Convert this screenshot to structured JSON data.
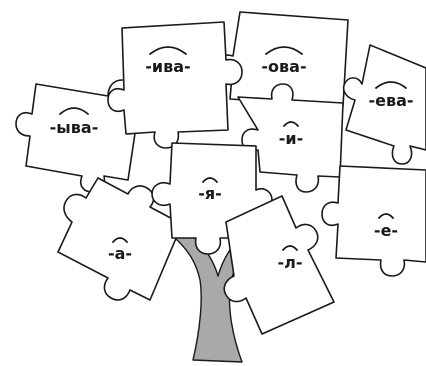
{
  "colors": {
    "trunk": "#a9a9a9",
    "outline": "#1a1a1a",
    "piece": "#ffffff"
  },
  "pieces": {
    "iva": "-ива-",
    "ova": "-ова-",
    "eva": "-ева-",
    "yva": "-ыва-",
    "i": "-и-",
    "ya": "-я-",
    "a": "-а-",
    "l": "-л-",
    "e": "-е-"
  }
}
